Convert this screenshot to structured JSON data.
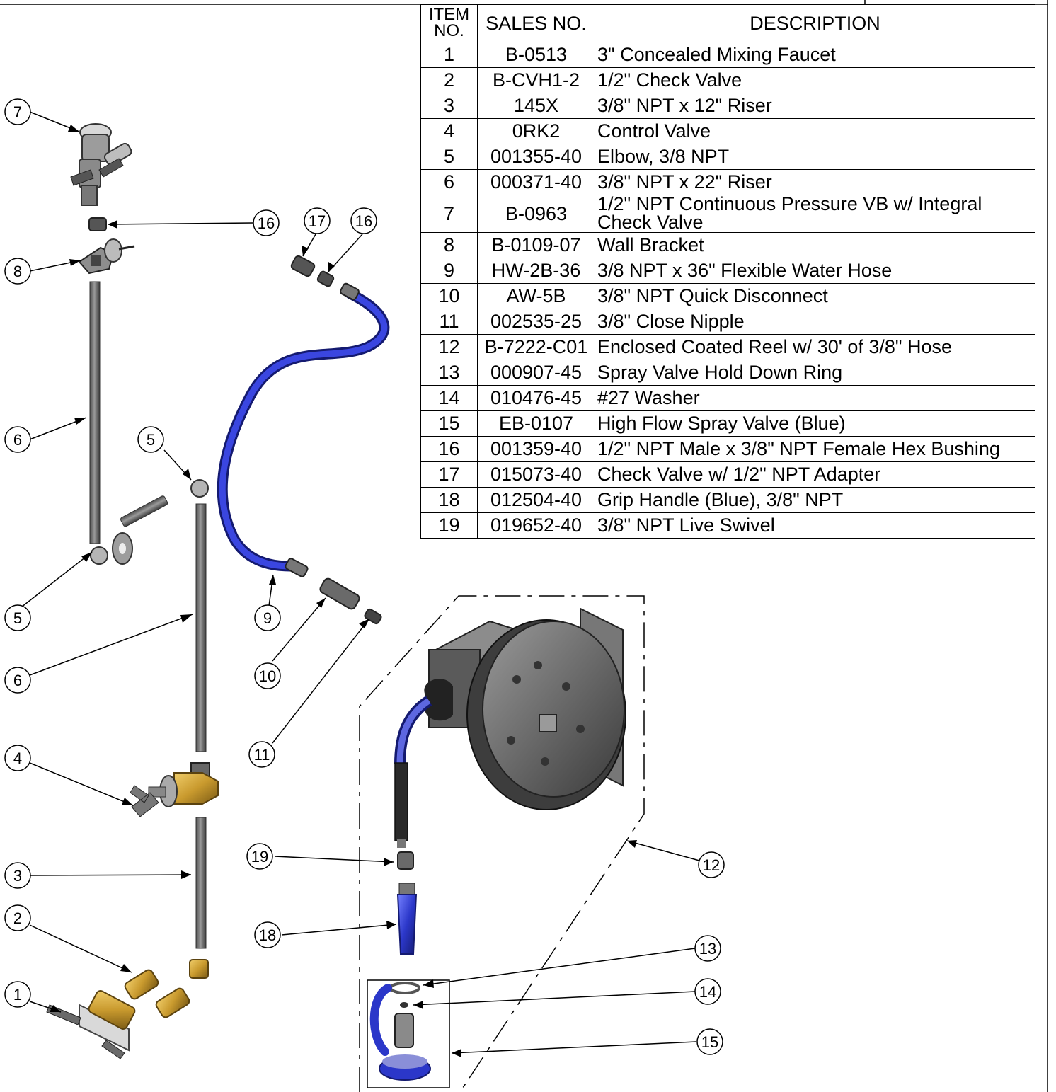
{
  "bom": {
    "headers": {
      "item": [
        "ITEM",
        "NO."
      ],
      "sales": "SALES NO.",
      "description": "DESCRIPTION"
    },
    "rows": [
      {
        "item": "1",
        "sales": "B-0513",
        "description": "3\" Concealed Mixing Faucet"
      },
      {
        "item": "2",
        "sales": "B-CVH1-2",
        "description": "1/2\" Check Valve"
      },
      {
        "item": "3",
        "sales": "145X",
        "description": "3/8\" NPT x 12\" Riser"
      },
      {
        "item": "4",
        "sales": "0RK2",
        "description": "Control Valve"
      },
      {
        "item": "5",
        "sales": "001355-40",
        "description": "Elbow, 3/8 NPT"
      },
      {
        "item": "6",
        "sales": "000371-40",
        "description": "3/8\" NPT x 22\" Riser"
      },
      {
        "item": "7",
        "sales": "B-0963",
        "description": "1/2\" NPT Continuous Pressure VB w/ Integral Check Valve"
      },
      {
        "item": "8",
        "sales": "B-0109-07",
        "description": "Wall Bracket"
      },
      {
        "item": "9",
        "sales": "HW-2B-36",
        "description": "3/8 NPT x 36\" Flexible Water Hose"
      },
      {
        "item": "10",
        "sales": "AW-5B",
        "description": "3/8\" NPT Quick Disconnect"
      },
      {
        "item": "11",
        "sales": "002535-25",
        "description": "3/8\" Close Nipple"
      },
      {
        "item": "12",
        "sales": "B-7222-C01",
        "description": "Enclosed Coated Reel w/ 30' of 3/8\" Hose"
      },
      {
        "item": "13",
        "sales": "000907-45",
        "description": "Spray Valve Hold Down Ring"
      },
      {
        "item": "14",
        "sales": "010476-45",
        "description": "#27 Washer"
      },
      {
        "item": "15",
        "sales": "EB-0107",
        "description": "High Flow Spray Valve (Blue)"
      },
      {
        "item": "16",
        "sales": "001359-40",
        "description": "1/2\" NPT Male x 3/8\" NPT Female Hex Bushing"
      },
      {
        "item": "17",
        "sales": "015073-40",
        "description": "Check Valve w/ 1/2\" NPT Adapter"
      },
      {
        "item": "18",
        "sales": "012504-40",
        "description": "Grip Handle (Blue), 3/8\" NPT"
      },
      {
        "item": "19",
        "sales": "019652-40",
        "description": "3/8\" NPT Live Swivel"
      }
    ]
  },
  "balloons": [
    {
      "label": "7"
    },
    {
      "label": "16"
    },
    {
      "label": "17"
    },
    {
      "label": "16"
    },
    {
      "label": "8"
    },
    {
      "label": "6"
    },
    {
      "label": "5"
    },
    {
      "label": "5"
    },
    {
      "label": "9"
    },
    {
      "label": "6"
    },
    {
      "label": "10"
    },
    {
      "label": "11"
    },
    {
      "label": "4"
    },
    {
      "label": "19"
    },
    {
      "label": "12"
    },
    {
      "label": "3"
    },
    {
      "label": "18"
    },
    {
      "label": "2"
    },
    {
      "label": "13"
    },
    {
      "label": "14"
    },
    {
      "label": "1"
    },
    {
      "label": "15"
    }
  ],
  "colors": {
    "hose_blue": "#2b37c9",
    "hose_blue_light": "#5d67e0",
    "brass": "#c9a23a",
    "pipe_gray": "#7a7a7a",
    "reel_gray": "#6b6b6b",
    "line": "#000000"
  }
}
